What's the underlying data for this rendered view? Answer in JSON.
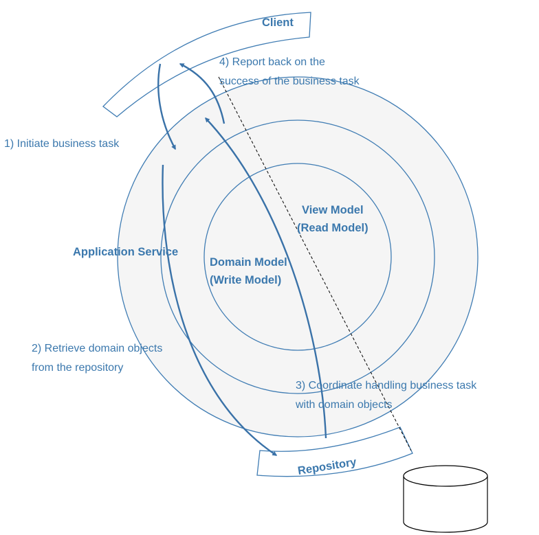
{
  "layers": {
    "client": "Client",
    "application_service": "Application Service",
    "domain_model_line1": "Domain Model",
    "domain_model_line2": "(Write Model)",
    "view_model_line1": "View Model",
    "view_model_line2": "(Read Model)",
    "repository": "Repository"
  },
  "steps": {
    "step1": "1) Initiate business task",
    "step2_line1": "2) Retrieve domain objects",
    "step2_line2": "from the repository",
    "step3_line1": "3) Coordinate handling business task",
    "step3_line2": "with domain objects",
    "step4_line1": "4) Report back on the",
    "step4_line2": "success of the business task"
  },
  "icons": {
    "database": "database-cylinder-icon"
  },
  "colors": {
    "text": "#3b78ad",
    "ring_stroke": "#3f7cb3",
    "ring_fill": "#f5f5f5",
    "arrow": "#3a72a8",
    "dashed_line": "#000000"
  }
}
